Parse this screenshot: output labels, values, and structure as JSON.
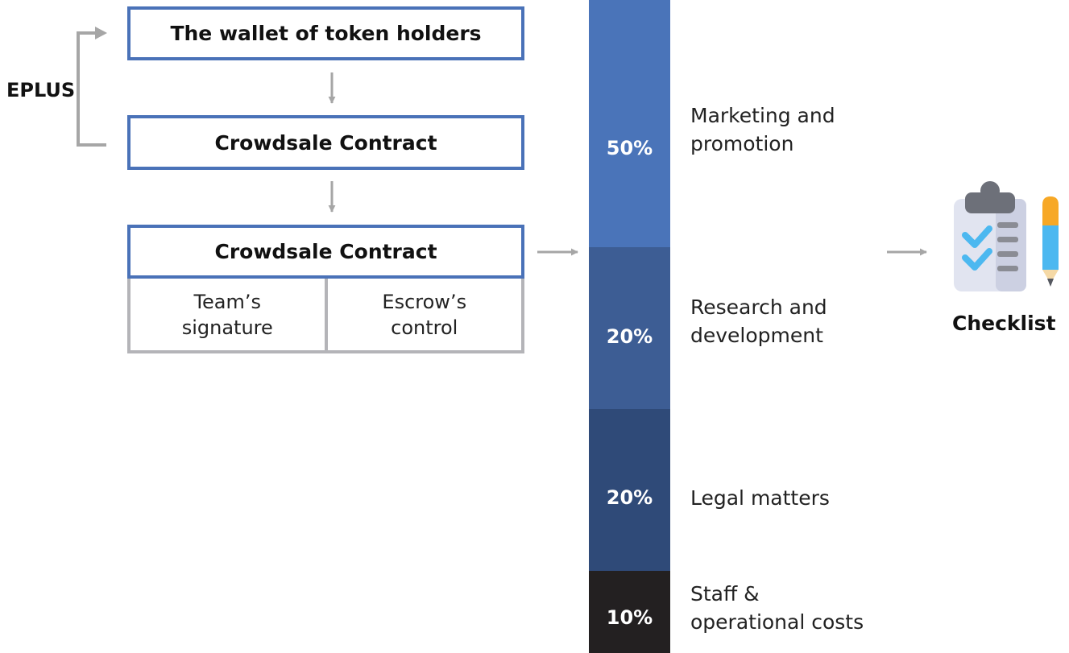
{
  "diagram": {
    "side_label": "EPLUS",
    "box_wallet": "The wallet of token holders",
    "box_crowdsale_1": "Crowdsale Contract",
    "box_crowdsale_2": "Crowdsale Contract",
    "cell_team_line1": "Team’s",
    "cell_team_line2": "signature",
    "cell_escrow_line1": "Escrow’s",
    "cell_escrow_line2": "control",
    "checklist_label": "Checklist",
    "checklist_icon": "clipboard-checklist-icon"
  },
  "allocation": {
    "segments": [
      {
        "percent_label": "50%",
        "share": 50,
        "label_line1": "Marketing and",
        "label_line2": "promotion",
        "color": "#4a74b9"
      },
      {
        "percent_label": "20%",
        "share": 20,
        "label_line1": "Research and",
        "label_line2": "development",
        "color": "#3d5d94"
      },
      {
        "percent_label": "20%",
        "share": 20,
        "label_line1": "Legal matters",
        "label_line2": "",
        "color": "#2f4a78"
      },
      {
        "percent_label": "10%",
        "share": 10,
        "label_line1": "Staff &",
        "label_line2": "operational costs",
        "color": "#232021"
      }
    ]
  },
  "colors": {
    "box_border": "#4a72b8",
    "split_border": "#b4b4b8",
    "arrow": "#a6a6a6"
  }
}
